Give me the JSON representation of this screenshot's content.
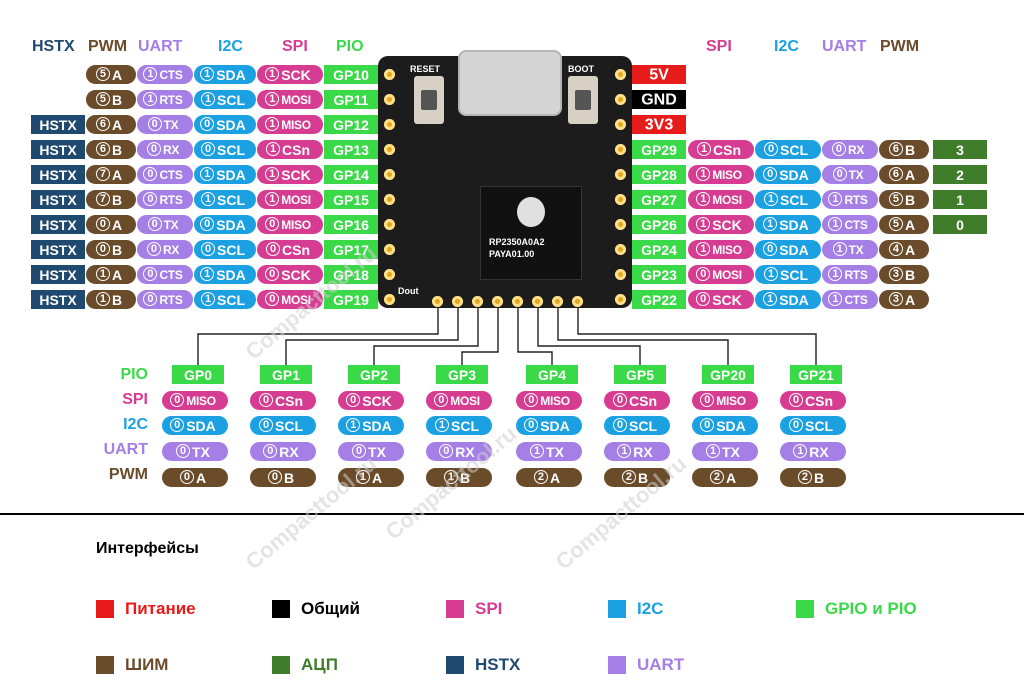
{
  "colors": {
    "pio": "#3ad948",
    "i2c": "#1ba1e2",
    "uart": "#a57ee6",
    "spi": "#d63d92",
    "pwm": "#6a4b2a",
    "hstx": "#20496f",
    "adc": "#3f7d2b",
    "power": "#e81b1b",
    "gnd": "#000000"
  },
  "top_left_headers": [
    "HSTX",
    "PWM",
    "UART",
    "I2C",
    "SPI",
    "PIO"
  ],
  "top_right_headers": [
    "SPI",
    "I2C",
    "UART",
    "PWM"
  ],
  "board": {
    "reset_label": "RESET",
    "boot_label": "BOOT",
    "dout_label": "Dout",
    "chip_text": "RP2350A0A2",
    "chip_sub": "PAYA01.00"
  },
  "left_rows": [
    {
      "gp": "GP10",
      "spi": "SCK",
      "spi_n": "1",
      "i2c": "SDA",
      "i2c_n": "1",
      "uart": "CTS",
      "uart_n": "1",
      "pwm": "A",
      "pwm_n": "5",
      "hstx": ""
    },
    {
      "gp": "GP11",
      "spi": "MOSI",
      "spi_n": "1",
      "i2c": "SCL",
      "i2c_n": "1",
      "uart": "RTS",
      "uart_n": "1",
      "pwm": "B",
      "pwm_n": "5",
      "hstx": ""
    },
    {
      "gp": "GP12",
      "spi": "MISO",
      "spi_n": "1",
      "i2c": "SDA",
      "i2c_n": "0",
      "uart": "TX",
      "uart_n": "0",
      "pwm": "A",
      "pwm_n": "6",
      "hstx": "HSTX"
    },
    {
      "gp": "GP13",
      "spi": "CSn",
      "spi_n": "1",
      "i2c": "SCL",
      "i2c_n": "0",
      "uart": "RX",
      "uart_n": "0",
      "pwm": "B",
      "pwm_n": "6",
      "hstx": "HSTX"
    },
    {
      "gp": "GP14",
      "spi": "SCK",
      "spi_n": "1",
      "i2c": "SDA",
      "i2c_n": "1",
      "uart": "CTS",
      "uart_n": "0",
      "pwm": "A",
      "pwm_n": "7",
      "hstx": "HSTX"
    },
    {
      "gp": "GP15",
      "spi": "MOSI",
      "spi_n": "1",
      "i2c": "SCL",
      "i2c_n": "1",
      "uart": "RTS",
      "uart_n": "0",
      "pwm": "B",
      "pwm_n": "7",
      "hstx": "HSTX"
    },
    {
      "gp": "GP16",
      "spi": "MISO",
      "spi_n": "0",
      "i2c": "SDA",
      "i2c_n": "0",
      "uart": "TX",
      "uart_n": "0",
      "pwm": "A",
      "pwm_n": "0",
      "hstx": "HSTX"
    },
    {
      "gp": "GP17",
      "spi": "CSn",
      "spi_n": "0",
      "i2c": "SCL",
      "i2c_n": "0",
      "uart": "RX",
      "uart_n": "0",
      "pwm": "B",
      "pwm_n": "0",
      "hstx": "HSTX"
    },
    {
      "gp": "GP18",
      "spi": "SCK",
      "spi_n": "0",
      "i2c": "SDA",
      "i2c_n": "1",
      "uart": "CTS",
      "uart_n": "0",
      "pwm": "A",
      "pwm_n": "1",
      "hstx": "HSTX"
    },
    {
      "gp": "GP19",
      "spi": "MOSI",
      "spi_n": "0",
      "i2c": "SCL",
      "i2c_n": "1",
      "uart": "RTS",
      "uart_n": "0",
      "pwm": "B",
      "pwm_n": "1",
      "hstx": "HSTX"
    }
  ],
  "right_power": [
    {
      "label": "5V",
      "kind": "power"
    },
    {
      "label": "GND",
      "kind": "gnd"
    },
    {
      "label": "3V3",
      "kind": "power"
    }
  ],
  "right_rows": [
    {
      "gp": "GP29",
      "spi": "CSn",
      "spi_n": "1",
      "i2c": "SCL",
      "i2c_n": "0",
      "uart": "RX",
      "uart_n": "0",
      "pwm": "B",
      "pwm_n": "6",
      "adc": "3"
    },
    {
      "gp": "GP28",
      "spi": "MISO",
      "spi_n": "1",
      "i2c": "SDA",
      "i2c_n": "0",
      "uart": "TX",
      "uart_n": "0",
      "pwm": "A",
      "pwm_n": "6",
      "adc": "2"
    },
    {
      "gp": "GP27",
      "spi": "MOSI",
      "spi_n": "1",
      "i2c": "SCL",
      "i2c_n": "1",
      "uart": "RTS",
      "uart_n": "1",
      "pwm": "B",
      "pwm_n": "5",
      "adc": "1"
    },
    {
      "gp": "GP26",
      "spi": "SCK",
      "spi_n": "1",
      "i2c": "SDA",
      "i2c_n": "1",
      "uart": "CTS",
      "uart_n": "1",
      "pwm": "A",
      "pwm_n": "5",
      "adc": "0"
    },
    {
      "gp": "GP24",
      "spi": "MISO",
      "spi_n": "1",
      "i2c": "SDA",
      "i2c_n": "0",
      "uart": "TX",
      "uart_n": "1",
      "pwm": "A",
      "pwm_n": "4",
      "adc": ""
    },
    {
      "gp": "GP23",
      "spi": "MOSI",
      "spi_n": "0",
      "i2c": "SCL",
      "i2c_n": "1",
      "uart": "RTS",
      "uart_n": "1",
      "pwm": "B",
      "pwm_n": "3",
      "adc": ""
    },
    {
      "gp": "GP22",
      "spi": "SCK",
      "spi_n": "0",
      "i2c": "SDA",
      "i2c_n": "1",
      "uart": "CTS",
      "uart_n": "1",
      "pwm": "A",
      "pwm_n": "3",
      "adc": ""
    }
  ],
  "bottom_row_labels": [
    "PIO",
    "SPI",
    "I2C",
    "UART",
    "PWM"
  ],
  "bottom_cols": [
    {
      "gp": "GP0",
      "spi": "MISO",
      "spi_n": "0",
      "i2c": "SDA",
      "i2c_n": "0",
      "uart": "TX",
      "uart_n": "0",
      "pwm": "A",
      "pwm_n": "0"
    },
    {
      "gp": "GP1",
      "spi": "CSn",
      "spi_n": "0",
      "i2c": "SCL",
      "i2c_n": "0",
      "uart": "RX",
      "uart_n": "0",
      "pwm": "B",
      "pwm_n": "0"
    },
    {
      "gp": "GP2",
      "spi": "SCK",
      "spi_n": "0",
      "i2c": "SDA",
      "i2c_n": "1",
      "uart": "TX",
      "uart_n": "0",
      "pwm": "A",
      "pwm_n": "1"
    },
    {
      "gp": "GP3",
      "spi": "MOSI",
      "spi_n": "0",
      "i2c": "SCL",
      "i2c_n": "1",
      "uart": "RX",
      "uart_n": "0",
      "pwm": "B",
      "pwm_n": "1"
    },
    {
      "gp": "GP4",
      "spi": "MISO",
      "spi_n": "0",
      "i2c": "SDA",
      "i2c_n": "0",
      "uart": "TX",
      "uart_n": "1",
      "pwm": "A",
      "pwm_n": "2"
    },
    {
      "gp": "GP5",
      "spi": "CSn",
      "spi_n": "0",
      "i2c": "SCL",
      "i2c_n": "0",
      "uart": "RX",
      "uart_n": "1",
      "pwm": "B",
      "pwm_n": "2"
    },
    {
      "gp": "GP20",
      "spi": "MISO",
      "spi_n": "0",
      "i2c": "SDA",
      "i2c_n": "0",
      "uart": "TX",
      "uart_n": "1",
      "pwm": "A",
      "pwm_n": "2"
    },
    {
      "gp": "GP21",
      "spi": "CSn",
      "spi_n": "0",
      "i2c": "SCL",
      "i2c_n": "0",
      "uart": "RX",
      "uart_n": "1",
      "pwm": "B",
      "pwm_n": "2"
    }
  ],
  "bottom_pin_marks": [
    "0",
    "1",
    "2",
    "3",
    "4",
    "5",
    "20",
    "21"
  ],
  "legend": {
    "title": "Интерфейсы",
    "items": [
      {
        "label": "Питание",
        "color": "#e81b1b",
        "text_color": "#e81b1b"
      },
      {
        "label": "Общий",
        "color": "#000000",
        "text_color": "#000000"
      },
      {
        "label": "SPI",
        "color": "#d63d92",
        "text_color": "#d63d92"
      },
      {
        "label": "I2C",
        "color": "#1ba1e2",
        "text_color": "#1ba1e2"
      },
      {
        "label": "GPIO и PIO",
        "color": "#3ad948",
        "text_color": "#3ad948"
      },
      {
        "label": "ШИМ",
        "color": "#6a4b2a",
        "text_color": "#6a4b2a"
      },
      {
        "label": "АЦП",
        "color": "#3f7d2b",
        "text_color": "#3f7d2b"
      },
      {
        "label": "HSTX",
        "color": "#20496f",
        "text_color": "#20496f"
      },
      {
        "label": "UART",
        "color": "#a57ee6",
        "text_color": "#a57ee6"
      }
    ]
  },
  "watermark": "Compacttool.ru"
}
